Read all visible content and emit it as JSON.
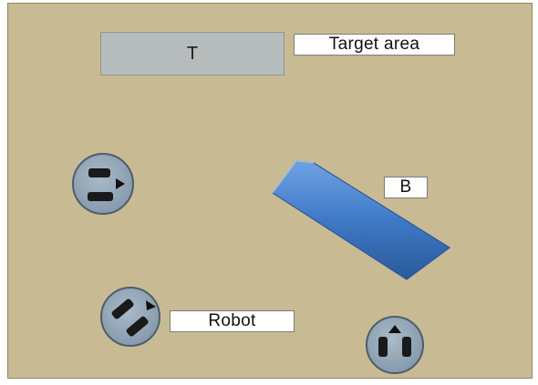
{
  "diagram": {
    "target_letter": "T",
    "target_label": "Target area",
    "box_label": "B",
    "robot_label": "Robot",
    "robot_count": 3,
    "colors": {
      "floor": "#c8bb93",
      "target_area": "#b6bcbc",
      "box": "#3f79c6",
      "robot_body": "#8fa3b3",
      "robot_parts": "#1a1a1a"
    }
  }
}
